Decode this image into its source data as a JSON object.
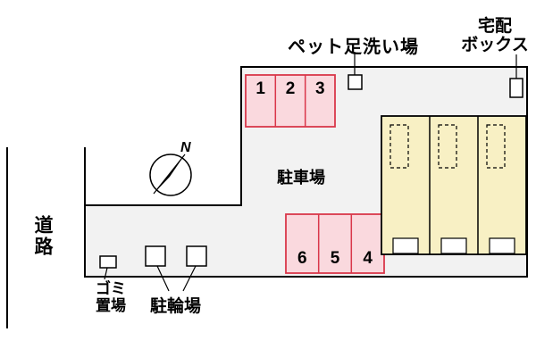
{
  "labels": {
    "road": "道路",
    "parking_area": "駐車場",
    "pet_wash": "ペット足洗い場",
    "delivery_box": [
      "宅配",
      "ボックス"
    ],
    "garbage": [
      "ゴミ",
      "置場"
    ],
    "bicycle_parking": "駐輪場",
    "north": "N"
  },
  "parking_spaces": {
    "top_row": [
      "1",
      "2",
      "3"
    ],
    "bottom_row": [
      "6",
      "5",
      "4"
    ]
  },
  "colors": {
    "boundary": "#000000",
    "site_fill": "#f2f2f2",
    "parking_fill": "#fad9de",
    "parking_border": "#d9374a",
    "building_fill": "#f8f0c4",
    "background": "#ffffff"
  }
}
